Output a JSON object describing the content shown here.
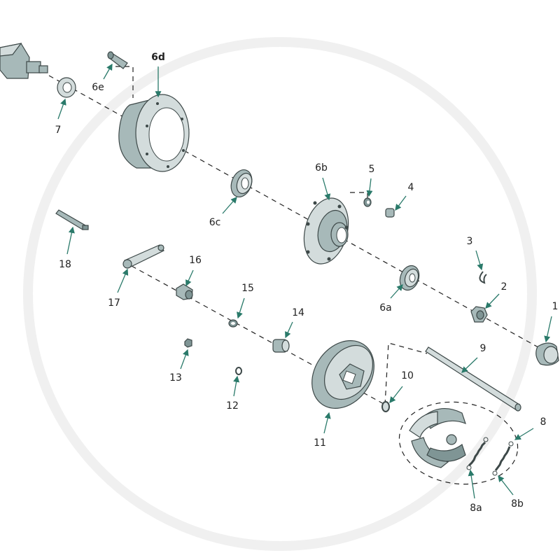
{
  "diagram": {
    "title_labels": {
      "p1": "1",
      "p2": "2",
      "p3": "3",
      "p4": "4",
      "p5": "5",
      "p6a": "6a",
      "p6b": "6b",
      "p6c": "6c",
      "p6d": "6d",
      "p6e": "6e",
      "p7": "7",
      "p8": "8",
      "p8a": "8a",
      "p8b": "8b",
      "p9": "9",
      "p10": "10",
      "p11": "11",
      "p12": "12",
      "p13": "13",
      "p14": "14",
      "p15": "15",
      "p16": "16",
      "p17": "17",
      "p18": "18"
    },
    "colors": {
      "part": "#a7b9b9",
      "arrow": "#2a7a6a",
      "line": "#222222"
    }
  }
}
